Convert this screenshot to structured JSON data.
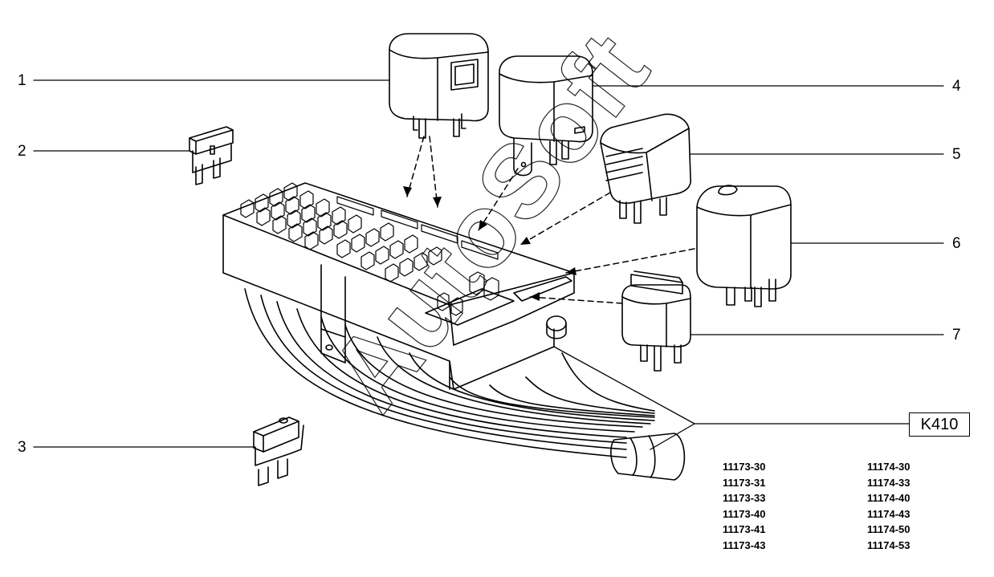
{
  "callouts": [
    {
      "id": "1",
      "label": "1"
    },
    {
      "id": "2",
      "label": "2"
    },
    {
      "id": "3",
      "label": "3"
    },
    {
      "id": "4",
      "label": "4"
    },
    {
      "id": "5",
      "label": "5"
    },
    {
      "id": "6",
      "label": "6"
    },
    {
      "id": "7",
      "label": "7"
    }
  ],
  "reference_box": "K410",
  "watermark": "AutoSoft",
  "model_codes": {
    "left": [
      "11173-30",
      "11173-31",
      "11173-33",
      "11173-40",
      "11173-41",
      "11173-43"
    ],
    "right": [
      "11174-30",
      "11174-33",
      "11174-40",
      "11174-43",
      "11174-50",
      "11174-53"
    ]
  }
}
